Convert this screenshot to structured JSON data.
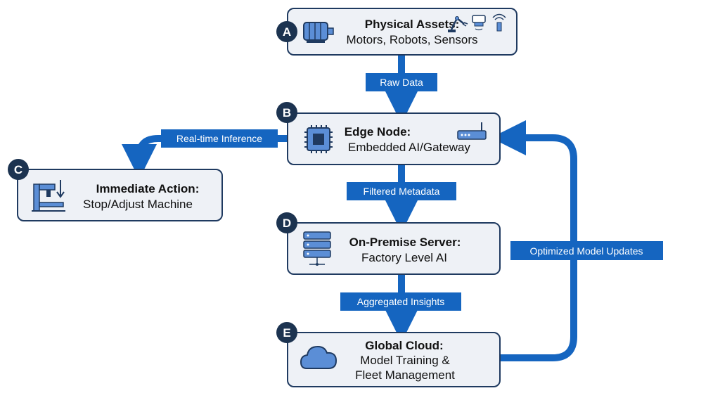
{
  "colors": {
    "accent": "#1565c0",
    "node_fill": "#eef1f6",
    "node_stroke": "#1f3a60",
    "badge": "#1c3350",
    "icon_fill": "#5b8ed6",
    "icon_stroke": "#1f3a60"
  },
  "nodes": [
    {
      "id": "A",
      "badge": "A",
      "title": "Physical Assets:",
      "lines": [
        "Motors, Robots, Sensors"
      ],
      "icon": "motor-icon",
      "extra_icons": [
        "robot-arm-icon",
        "sensor-device-icon",
        "wireless-sensor-icon"
      ]
    },
    {
      "id": "B",
      "badge": "B",
      "title": "Edge Node:",
      "lines": [
        "Embedded AI/Gateway"
      ],
      "icon": "chip-icon",
      "extra_icons": [
        "router-icon"
      ]
    },
    {
      "id": "C",
      "badge": "C",
      "title": "Immediate Action:",
      "lines": [
        "Stop/Adjust Machine"
      ],
      "icon": "machine-press-icon",
      "extra_icons": []
    },
    {
      "id": "D",
      "badge": "D",
      "title": "On-Premise Server:",
      "lines": [
        "Factory Level AI"
      ],
      "icon": "server-rack-icon",
      "extra_icons": []
    },
    {
      "id": "E",
      "badge": "E",
      "title": "Global Cloud:",
      "lines": [
        "Model Training &",
        "Fleet Management"
      ],
      "icon": "cloud-icon",
      "extra_icons": []
    }
  ],
  "edges": [
    {
      "from": "A",
      "to": "B",
      "label": "Raw Data"
    },
    {
      "from": "B",
      "to": "C",
      "label": "Real-time Inference"
    },
    {
      "from": "B",
      "to": "D",
      "label": "Filtered Metadata"
    },
    {
      "from": "D",
      "to": "E",
      "label": "Aggregated Insights"
    },
    {
      "from": "E",
      "to": "B",
      "label": "Optimized Model Updates"
    }
  ]
}
